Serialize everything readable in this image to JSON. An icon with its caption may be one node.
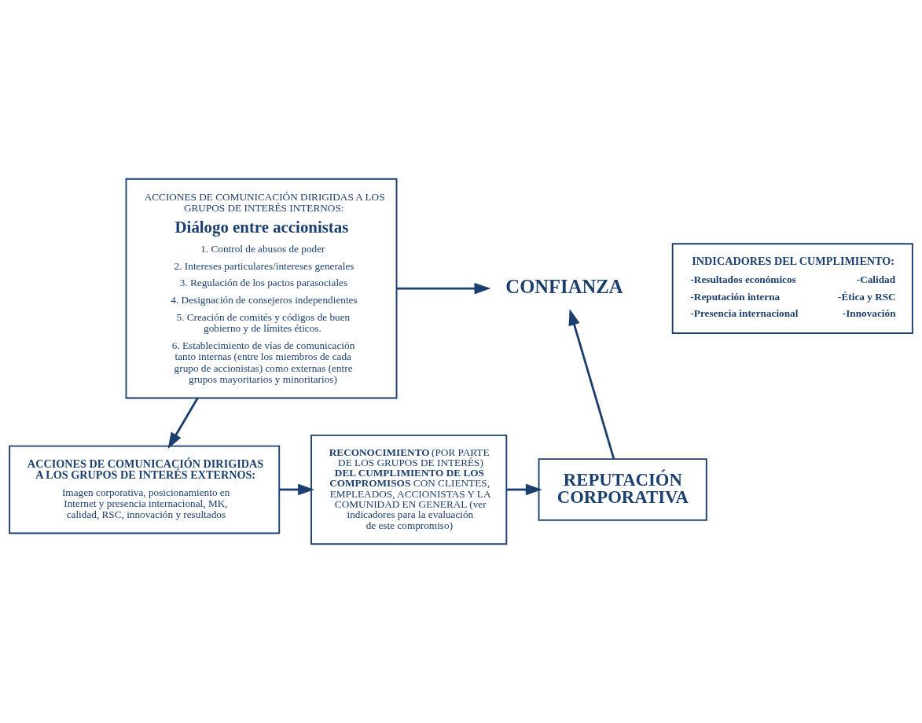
{
  "diagram": {
    "nodes": [
      {
        "text": [
          "CONFIANZA"
        ]
      },
      {
        "text": [
          "ACCIONES DE COMUNICACIÓN DIRIGIDAS A LOS GRUPOS DE INTERÉS INTERNOS:",
          "Diálogo entre accionistas",
          "1. Control de abusos de poder",
          "2. Intereses particulares/intereses generales",
          "3. Regulación de los pactos parasociales",
          "4. Designación de consejeros independientes",
          "5. Creación de comités y códigos de buen gobierno y de límites éticos.",
          "6. Establecimiento de vías de comunicación tanto internas (entre los miembros de cada grupo de accionistas) como externas (entre grupos mayoritarios y minoritarios)"
        ]
      },
      {
        "text": [
          "REPUTACIÓN CORPORATIVA"
        ]
      },
      {
        "text": [
          "**RECONOCIMIENTO** (POR PARTE DE LOS GRUPOS DE INTERÉS) **DEL CUMPLIMIENTO DE LOS COMPROMISOS** CON CLIENTES, EMPLEADOS, ACCIONISTAS Y LA COMUNIDAD EN GENERAL (ver indicadores para la evaluación de este compromiso)"
        ]
      },
      {
        "text": [
          "ACCIONES DE COMUNICACIÓN DIRIGIDAS A LOS GRUPOS DE INTERÉS EXTERNOS:",
          "Imagen corporativa, posicionamiento en Internet y presencia internacional, MK, calidad, RSC, innovación y resultados"
        ]
      },
      {
        "text": [
          "INDICADORES DEL CUMPLIMIENTO:",
          "-Resultados económicos",
          "-Calidad",
          "-Reputación interna",
          "-Ética y RSC",
          "-Presencia internacional",
          "-Innovación"
        ]
      }
    ],
    "edges": [
      {
        "from": 2,
        "to": 0,
        "arrow": "to"
      },
      {
        "from": 1,
        "to": 0,
        "arrow": "to"
      },
      {
        "from": 1,
        "to": 4,
        "arrow": "to"
      },
      {
        "from": 4,
        "to": 3,
        "arrow": "to"
      },
      {
        "from": 3,
        "to": 2,
        "arrow": "to"
      }
    ]
  }
}
